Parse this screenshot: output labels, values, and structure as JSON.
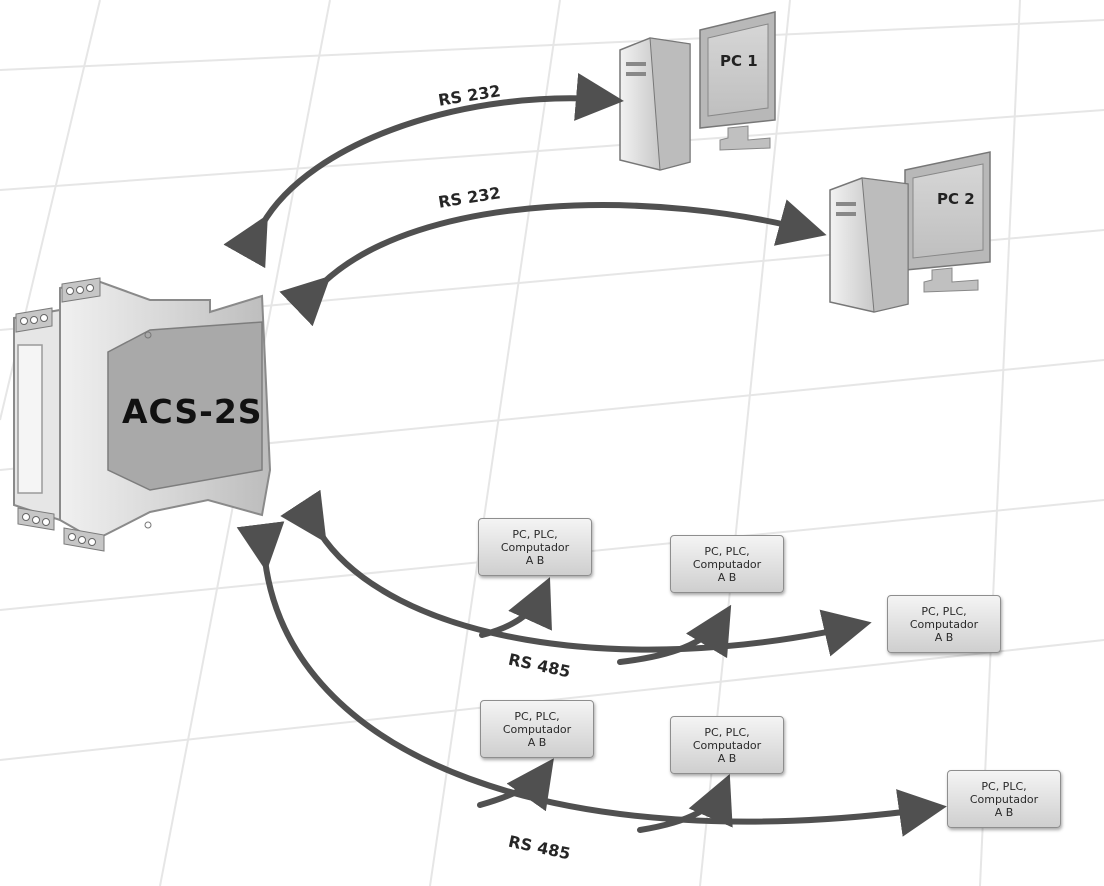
{
  "device": {
    "name": "ACS-2S"
  },
  "pcs": [
    {
      "label": "PC 1"
    },
    {
      "label": "PC 2"
    }
  ],
  "links": [
    {
      "label": "RS 232"
    },
    {
      "label": "RS 232"
    },
    {
      "label": "RS 485"
    },
    {
      "label": "RS 485"
    }
  ],
  "node_text": {
    "line1": "PC, PLC,",
    "line2": "Computador",
    "line3": "A  B"
  },
  "colors": {
    "arrow": "#505050",
    "grid": "#e4e4e4",
    "device_body": "#d6d6d6",
    "pc_body": "#c8c8c8"
  }
}
